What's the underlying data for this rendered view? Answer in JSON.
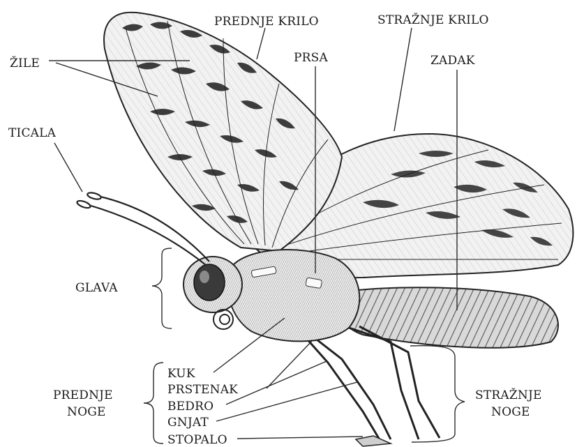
{
  "labels": {
    "forewing": "PREDNJE KRILO",
    "hindwing": "STRAŽNJE KRILO",
    "veins": "ŽILE",
    "thorax": "PRSA",
    "abdomen": "ZADAK",
    "antennae": "TICALA",
    "head": "GLAVA",
    "coxa": "KUK",
    "trochanter": "PRSTENAK",
    "femur": "BEDRO",
    "tibia": "GNJAT",
    "tarsus": "STOPALO",
    "front_legs_line1": "PREDNJE",
    "front_legs_line2": "NOGE",
    "hind_legs_line1": "STRAŽNJE",
    "hind_legs_line2": "NOGE"
  }
}
